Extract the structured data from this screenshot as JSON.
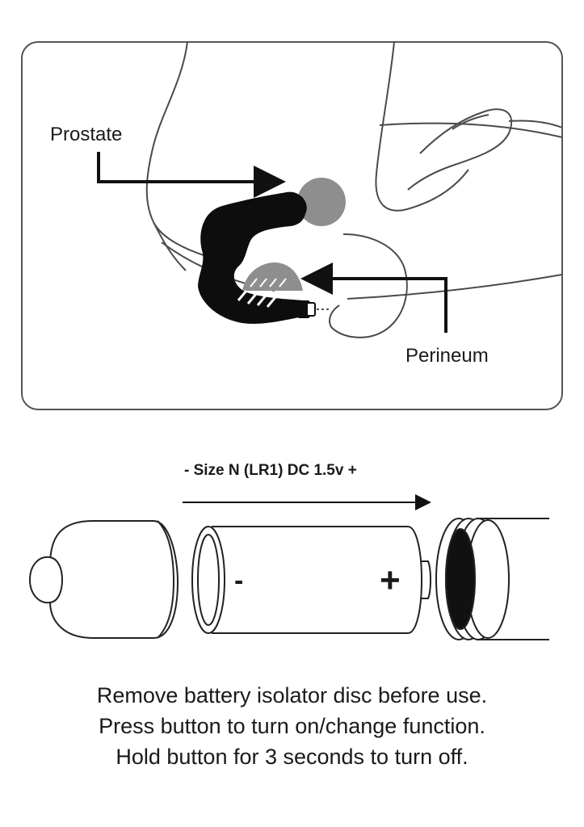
{
  "anatomy": {
    "prostate_label": "Prostate",
    "perineum_label": "Perineum"
  },
  "battery": {
    "size_label": "- Size N (LR1) DC 1.5v +",
    "negative_symbol": "-",
    "positive_symbol": "+"
  },
  "instructions": [
    "Remove battery isolator disc before use.",
    "Press button to turn on/change function.",
    "Hold button for 3 seconds to turn off."
  ],
  "colors": {
    "outline": "#4a4a4a",
    "ink": "#111111",
    "prostate_fill": "#8e8e8e",
    "perineum_fill": "#8e8e8e",
    "device_fill": "#0d0d0d"
  }
}
